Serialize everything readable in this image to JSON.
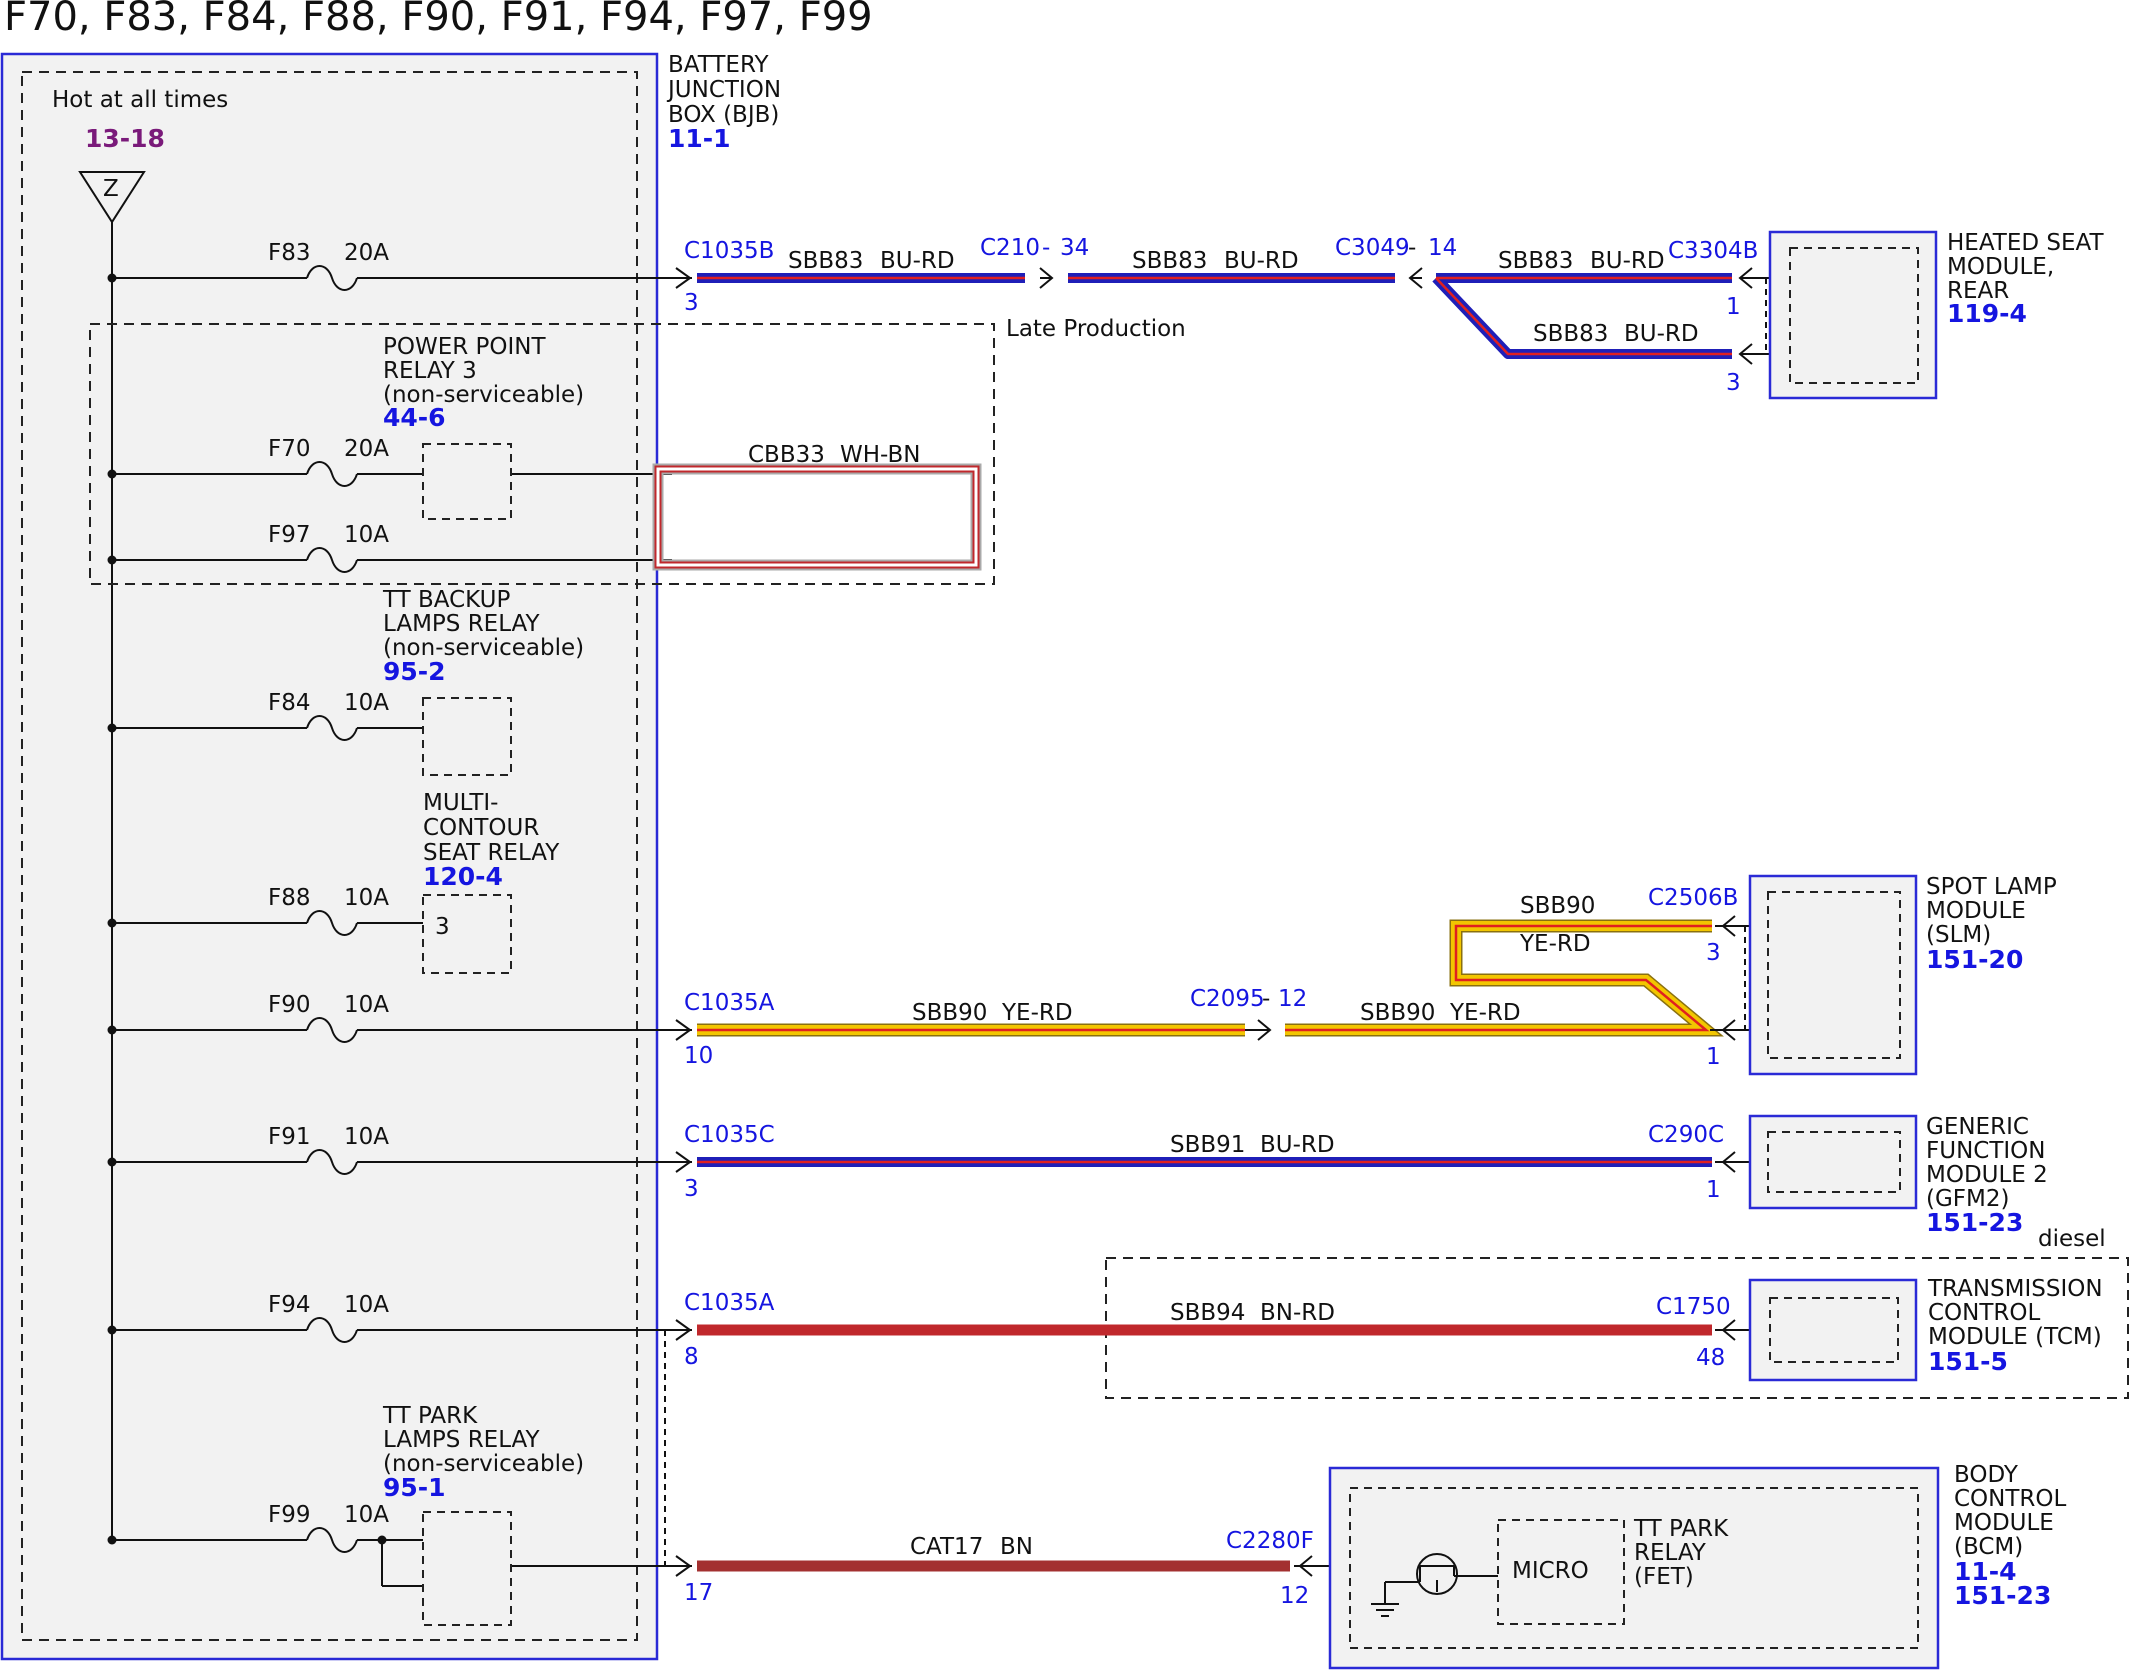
{
  "title": "F70, F83, F84, F88, F90, F91, F94, F97, F99",
  "colors": {
    "module_border": "#2a2ad6",
    "link_blue": "#1515e0",
    "page_ref_purple": "#7a1a7a",
    "wire_blue": "#1f1fb8",
    "wire_red": "#c0282c",
    "wire_yellow": "#f2c600",
    "wire_brown": "#a33030",
    "box_fill": "#f2f2f2"
  },
  "bjb": {
    "name": "BATTERY JUNCTION BOX (BJB)",
    "name_lines": [
      "BATTERY",
      "JUNCTION",
      "BOX (BJB)"
    ],
    "ref": "11-1",
    "supply_label": "Hot at all times",
    "supply_ref": "13-18",
    "supply_symbol": "Z"
  },
  "fuses": {
    "f83": {
      "name": "F83",
      "rating": "20A"
    },
    "f70": {
      "name": "F70",
      "rating": "20A"
    },
    "f97": {
      "name": "F97",
      "rating": "10A"
    },
    "f84": {
      "name": "F84",
      "rating": "10A"
    },
    "f88": {
      "name": "F88",
      "rating": "10A"
    },
    "f90": {
      "name": "F90",
      "rating": "10A"
    },
    "f91": {
      "name": "F91",
      "rating": "10A"
    },
    "f94": {
      "name": "F94",
      "rating": "10A"
    },
    "f99": {
      "name": "F99",
      "rating": "10A"
    }
  },
  "relays": {
    "power_point": {
      "lines": [
        "POWER POINT",
        "RELAY 3",
        "(non-serviceable)"
      ],
      "ref": "44-6"
    },
    "tt_backup": {
      "lines": [
        "TT BACKUP",
        "LAMPS RELAY",
        "(non-serviceable)"
      ],
      "ref": "95-2"
    },
    "multi_contour": {
      "lines": [
        "MULTI-",
        "CONTOUR",
        "SEAT RELAY"
      ],
      "ref": "120-4",
      "pin": "3"
    },
    "tt_park": {
      "lines": [
        "TT PARK",
        "LAMPS RELAY",
        "(non-serviceable)"
      ],
      "ref": "95-1"
    }
  },
  "late_production": "Late Production",
  "diesel": "diesel",
  "circuits": {
    "sbb83": {
      "from_connector": "C1035B",
      "from_pin": "3",
      "inline_connector": "C210",
      "inline_pin": "34",
      "inline2_connector": "C3049",
      "inline2_pin": "14",
      "to_connector": "C3304B",
      "to_pins": [
        "1",
        "3"
      ],
      "wire": "SBB83",
      "color": "BU-RD"
    },
    "cbb33": {
      "wire": "CBB33",
      "color": "WH-BN"
    },
    "sbb90": {
      "from_connector": "C1035A",
      "from_pin": "10",
      "inline_connector": "C2095",
      "inline_pin": "12",
      "to_connector": "C2506B",
      "to_pins": [
        "3",
        "1"
      ],
      "wire": "SBB90",
      "color": "YE-RD"
    },
    "sbb91": {
      "from_connector": "C1035C",
      "from_pin": "3",
      "to_connector": "C290C",
      "to_pin": "1",
      "wire": "SBB91",
      "color": "BU-RD"
    },
    "sbb94": {
      "from_connector": "C1035A",
      "from_pin": "8",
      "to_connector": "C1750",
      "to_pin": "48",
      "wire": "SBB94",
      "color": "BN-RD"
    },
    "cat17": {
      "from_pin": "17",
      "to_connector": "C2280F",
      "to_pin": "12",
      "wire": "CAT17",
      "color": "BN"
    }
  },
  "modules": {
    "heated_seat": {
      "lines": [
        "HEATED SEAT",
        "MODULE,",
        "REAR"
      ],
      "ref": "119-4"
    },
    "spot_lamp": {
      "lines": [
        "SPOT LAMP",
        "MODULE",
        "(SLM)"
      ],
      "ref": "151-20"
    },
    "gfm2": {
      "lines": [
        "GENERIC",
        "FUNCTION",
        "MODULE 2",
        "(GFM2)"
      ],
      "ref": "151-23"
    },
    "tcm": {
      "lines": [
        "TRANSMISSION",
        "CONTROL",
        "MODULE (TCM)"
      ],
      "ref": "151-5"
    },
    "bcm": {
      "lines": [
        "BODY",
        "CONTROL",
        "MODULE",
        "(BCM)"
      ],
      "refs": [
        "11-4",
        "151-23"
      ],
      "internal_label": "MICRO",
      "fet_lines": [
        "TT PARK",
        "RELAY",
        "(FET)"
      ]
    }
  }
}
